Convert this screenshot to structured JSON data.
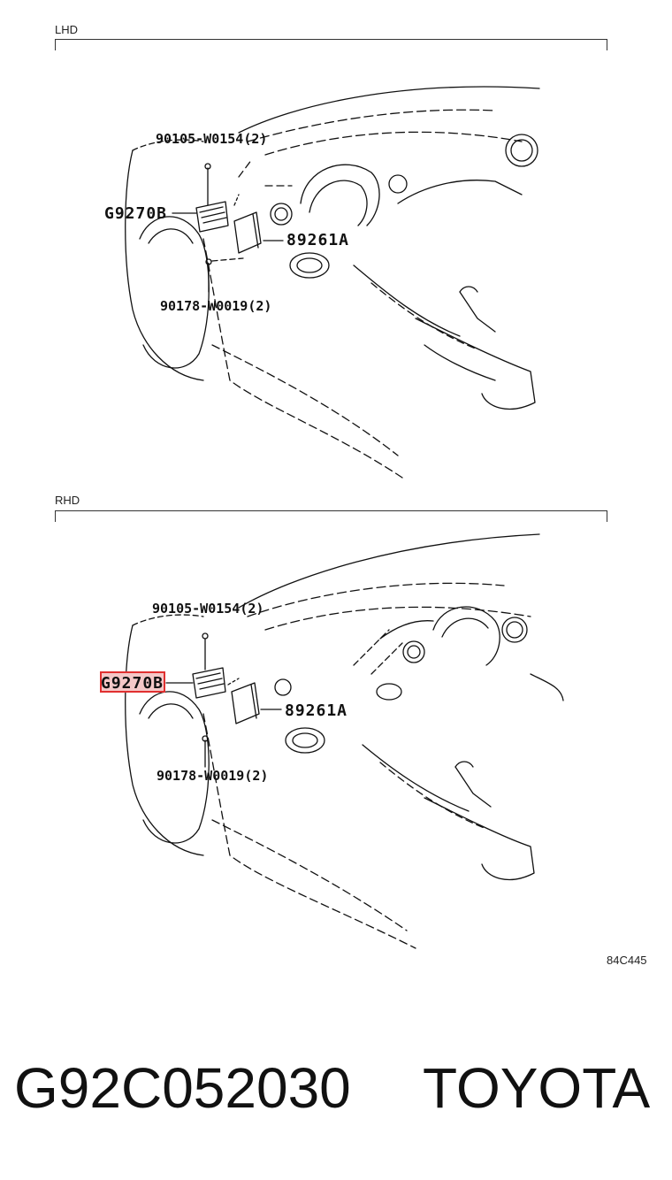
{
  "sections": [
    {
      "title": "LHD",
      "callouts": {
        "bolt_top": "90105-W0154(2)",
        "module": "G9270B",
        "ecu": "89261A",
        "nut_bottom": "90178-W0019(2)"
      }
    },
    {
      "title": "RHD",
      "callouts": {
        "bolt_top": "90105-W0154(2)",
        "module": "G9270B",
        "ecu": "89261A",
        "nut_bottom": "90178-W0019(2)"
      }
    }
  ],
  "drawing_code": "84C445",
  "footer": {
    "part_number": "G92C052030",
    "brand": "TOYOTA"
  },
  "highlight_color": "#e03030"
}
